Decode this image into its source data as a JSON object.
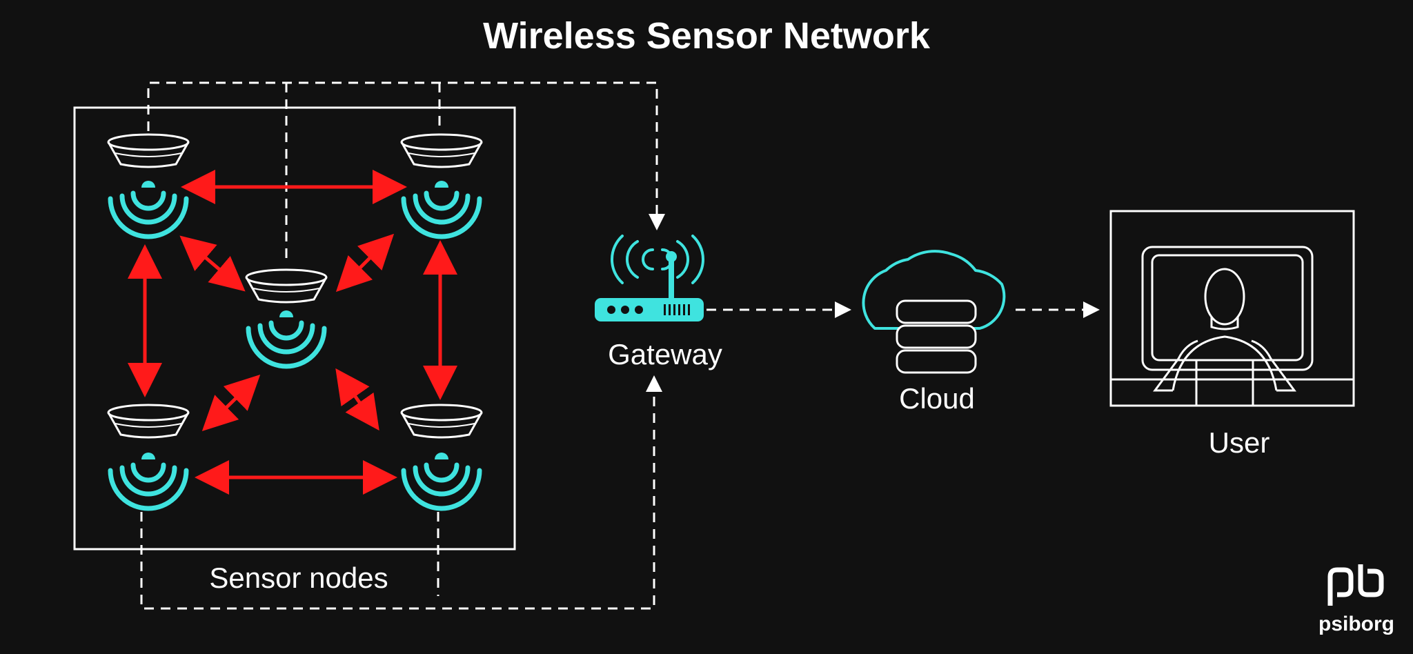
{
  "title": "Wireless Sensor Network",
  "labels": {
    "sensor_nodes": "Sensor nodes",
    "gateway": "Gateway",
    "cloud": "Cloud",
    "user": "User"
  },
  "brand": {
    "logo_glyph": "pb",
    "name": "psiborg"
  },
  "colors": {
    "background": "#111111",
    "foreground": "#ffffff",
    "signal": "#3fe3df",
    "link": "#ff1a1a"
  },
  "icons": {
    "sensor": "sensor-node-icon",
    "wifi": "wifi-signal-icon",
    "gateway": "router-icon",
    "cloud": "cloud-database-icon",
    "user": "user-at-monitor-icon",
    "logo": "psiborg-logo-icon"
  }
}
